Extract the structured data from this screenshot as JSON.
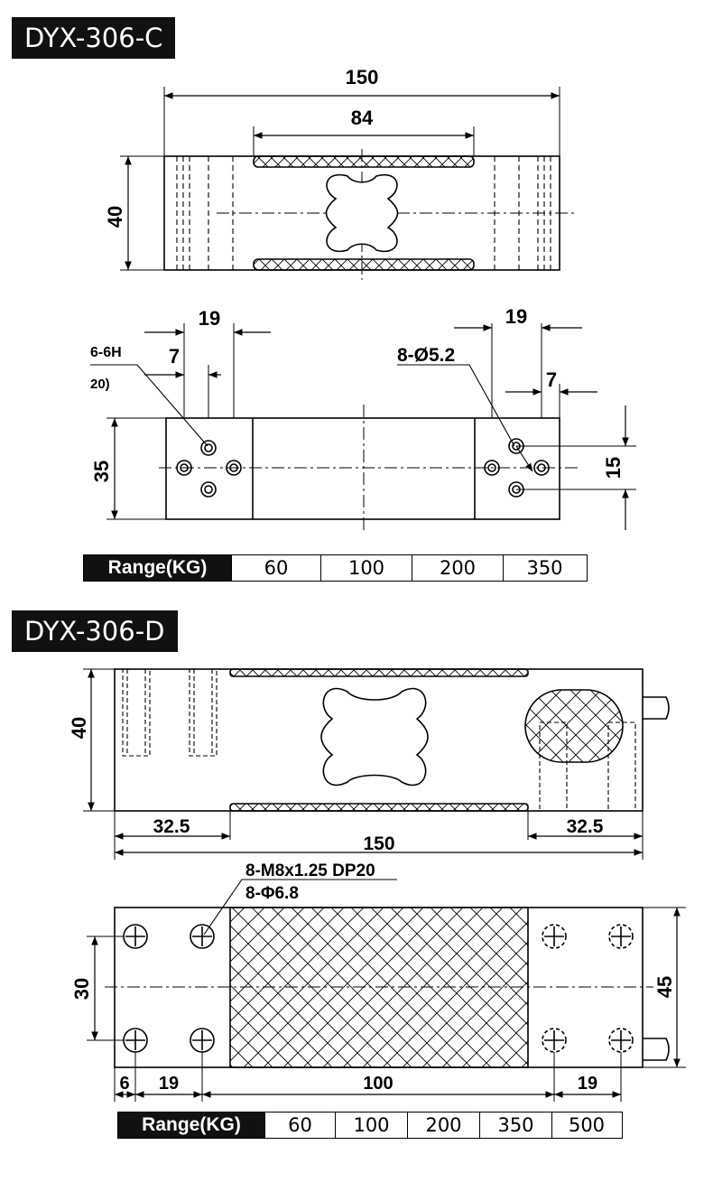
{
  "models": [
    {
      "name": "DYX-306-C",
      "dims": {
        "length": "150",
        "inner_length": "84",
        "height": "40",
        "hole_offset_outer": "19",
        "hole_offset_inner": "7",
        "width": "35",
        "hole_spacing": "15",
        "thread_callout": "6-6H",
        "thread_depth": "20)",
        "hole_callout": "8-Ø5.2"
      },
      "range": {
        "label": "Range(KG)",
        "values": [
          "60",
          "100",
          "200",
          "350"
        ]
      }
    },
    {
      "name": "DYX-306-D",
      "dims": {
        "height": "40",
        "end_left": "32.5",
        "end_right": "32.5",
        "length": "150",
        "thread_callout": "8-M8x1.25 DP20",
        "hole_callout": "8-Φ6.8",
        "hole_spacing": "30",
        "width": "45",
        "edge": "6",
        "hole_pitch_left": "19",
        "center": "100",
        "hole_pitch_right": "19"
      },
      "range": {
        "label": "Range(KG)",
        "values": [
          "60",
          "100",
          "200",
          "350",
          "500"
        ]
      }
    }
  ]
}
